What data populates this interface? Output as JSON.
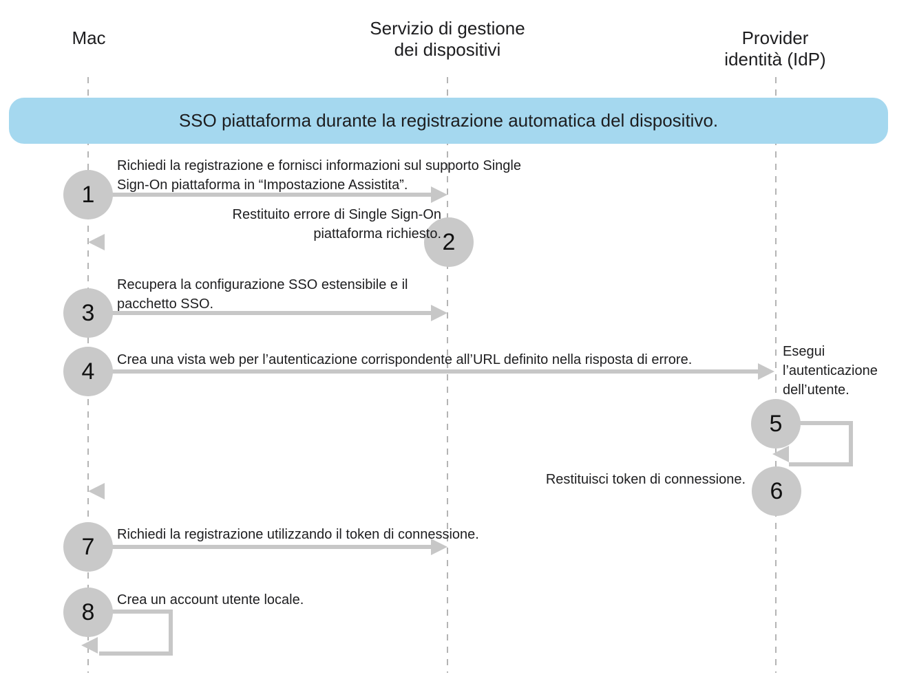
{
  "diagram": {
    "title_banner": "SSO piattaforma durante la registrazione automatica del dispositivo.",
    "type": "sequence-diagram"
  },
  "colors": {
    "banner_bg": "#a5d8ef",
    "circle_bg": "#c9c9c9",
    "arrow": "#c7c7c7",
    "lifeline": "#b4b4b4",
    "text": "#1d1d1f"
  },
  "actors": [
    {
      "id": "mac",
      "label": "Mac"
    },
    {
      "id": "mdm",
      "label": "Servizio di gestione\ndei dispositivi"
    },
    {
      "id": "idp",
      "label": "Provider identità (IdP)"
    }
  ],
  "steps": [
    {
      "num": "1",
      "from": "mac",
      "to": "mdm",
      "style": "solid",
      "text": "Richiedi la registrazione e fornisci informazioni sul supporto Single Sign-On piattaforma in “Impostazione Assistita”."
    },
    {
      "num": "2",
      "from": "mdm",
      "to": "mac",
      "style": "dashed",
      "text": "Restituito errore di Single Sign-On piattaforma richiesto."
    },
    {
      "num": "3",
      "from": "mac",
      "to": "mdm",
      "style": "solid",
      "text": "Recupera la configurazione SSO estensibile e il pacchetto SSO."
    },
    {
      "num": "4",
      "from": "mac",
      "to": "idp",
      "style": "solid",
      "text": "Crea una vista web per l’autenticazione corrispondente all’URL definito nella risposta di errore."
    },
    {
      "num": "5",
      "from": "idp",
      "to": "idp",
      "style": "self-loop",
      "text": "Esegui l’autenticazione dell’utente."
    },
    {
      "num": "6",
      "from": "idp",
      "to": "mac",
      "style": "dashed",
      "text": "Restituisci token di connessione."
    },
    {
      "num": "7",
      "from": "mac",
      "to": "mdm",
      "style": "solid",
      "text": "Richiedi la registrazione utilizzando il token di connessione."
    },
    {
      "num": "8",
      "from": "mac",
      "to": "mac",
      "style": "self-loop",
      "text": "Crea un account utente locale."
    }
  ]
}
